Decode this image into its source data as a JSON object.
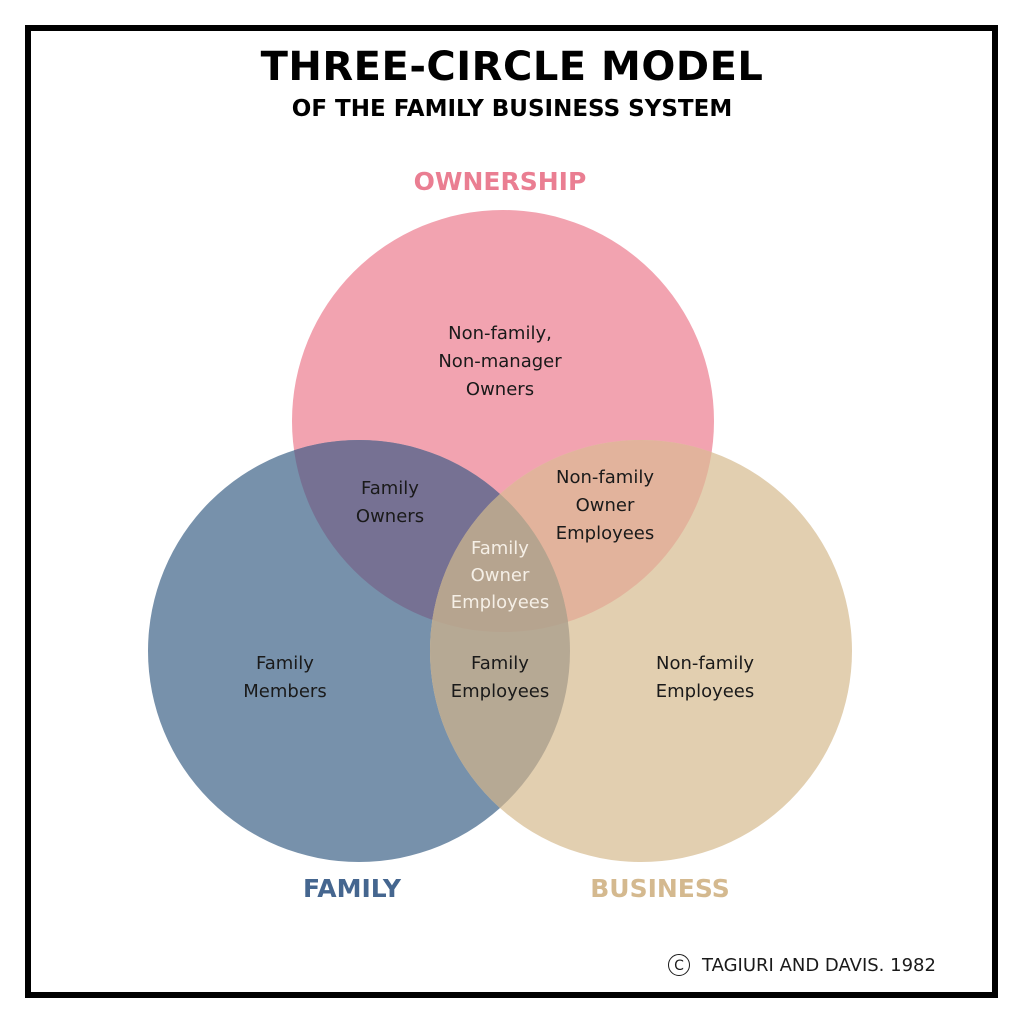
{
  "header": {
    "title": "THREE-CIRCLE MODEL",
    "subtitle": "OF THE FAMILY BUSINESS SYSTEM"
  },
  "circles": {
    "ownership": {
      "label": "OWNERSHIP",
      "color": "#f0899c",
      "label_color": "#ea7e92"
    },
    "family": {
      "label": "FAMILY",
      "color": "#4e6f93",
      "label_color": "#45668f"
    },
    "business": {
      "label": "BUSINESS",
      "color": "#dcc6a2",
      "label_color": "#d4b98f"
    }
  },
  "regions": {
    "ownership_only": "Non-family,\nNon-manager\nOwners",
    "family_ownership": "Family\nOwners",
    "ownership_business": "Non-family\nOwner\nEmployees",
    "all_three": "Family\nOwner\nEmployees",
    "family_only": "Family\nMembers",
    "family_business": "Family\nEmployees",
    "business_only": "Non-family\nEmployees"
  },
  "credit": {
    "symbol": "C",
    "text": "TAGIURI AND DAVIS. 1982"
  },
  "colors": {
    "ownership_fill": "#f2a3b0",
    "family_fill": "#7791ab",
    "business_fill": "#e2cfb0",
    "family_ownership_overlap": "#767193",
    "ownership_business_overlap": "#e2b39c",
    "family_business_overlap": "#b6a994",
    "all_overlap": "#b6a48f"
  }
}
